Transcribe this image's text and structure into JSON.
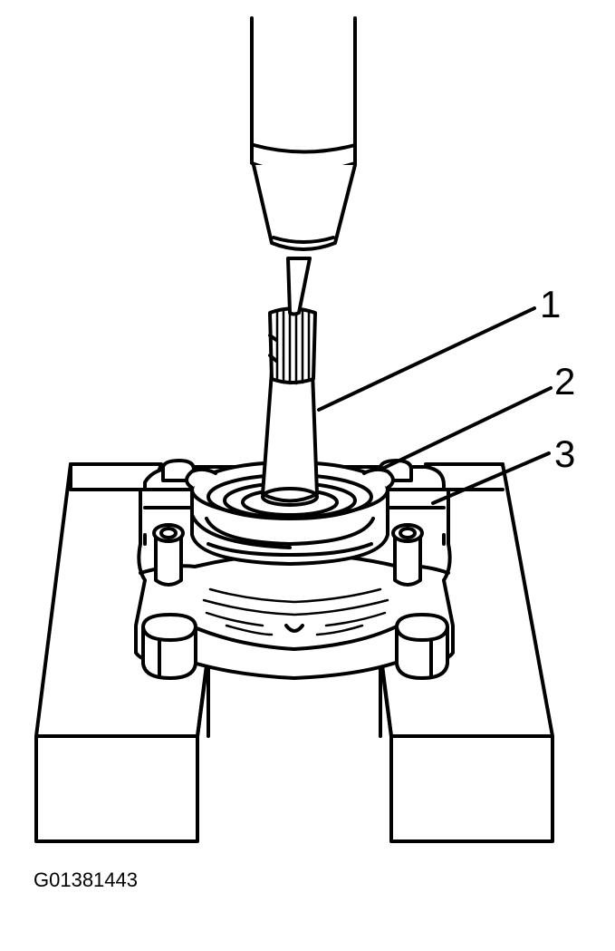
{
  "callouts": [
    {
      "id": "1",
      "label": "1"
    },
    {
      "id": "2",
      "label": "2"
    },
    {
      "id": "3",
      "label": "3"
    }
  ],
  "figure_id": "G01381443",
  "colors": {
    "line": "#000000",
    "background": "#ffffff"
  }
}
